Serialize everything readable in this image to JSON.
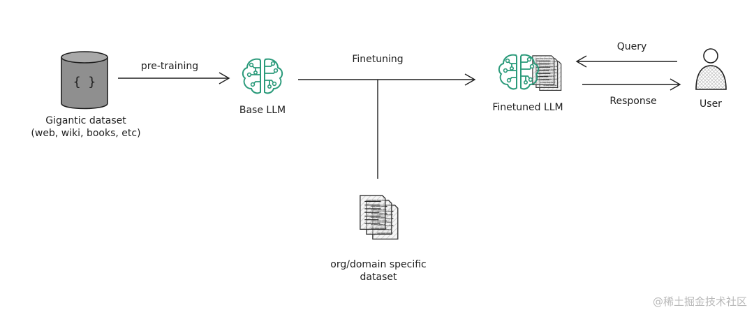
{
  "nodes": {
    "dataset": {
      "label_line1": "Gigantic dataset",
      "label_line2": "(web, wiki, books, etc)",
      "icon_text": "{ }"
    },
    "base_llm": {
      "label": "Base LLM"
    },
    "finetuned_llm": {
      "label": "Finetuned LLM"
    },
    "user": {
      "label": "User"
    },
    "domain_dataset": {
      "label_line1": "org/domain specific",
      "label_line2": "dataset"
    }
  },
  "edges": {
    "pretraining": {
      "label": "pre-training"
    },
    "finetuning": {
      "label": "Finetuning"
    },
    "query": {
      "label": "Query"
    },
    "response": {
      "label": "Response"
    }
  },
  "watermark": "@稀土掘金技术社区",
  "colors": {
    "ink": "#1e1e1e",
    "brain": "#2a9a7a",
    "cylinder_fill": "#a9a9a9",
    "cylinder_body": "#8f8f8f",
    "doc_fill": "#e5e5e5",
    "hatch": "#b5b5b5",
    "watermark": "#b9b9b9"
  },
  "icons": [
    "database-icon",
    "brain-circuit-icon",
    "documents-icon",
    "user-icon"
  ]
}
